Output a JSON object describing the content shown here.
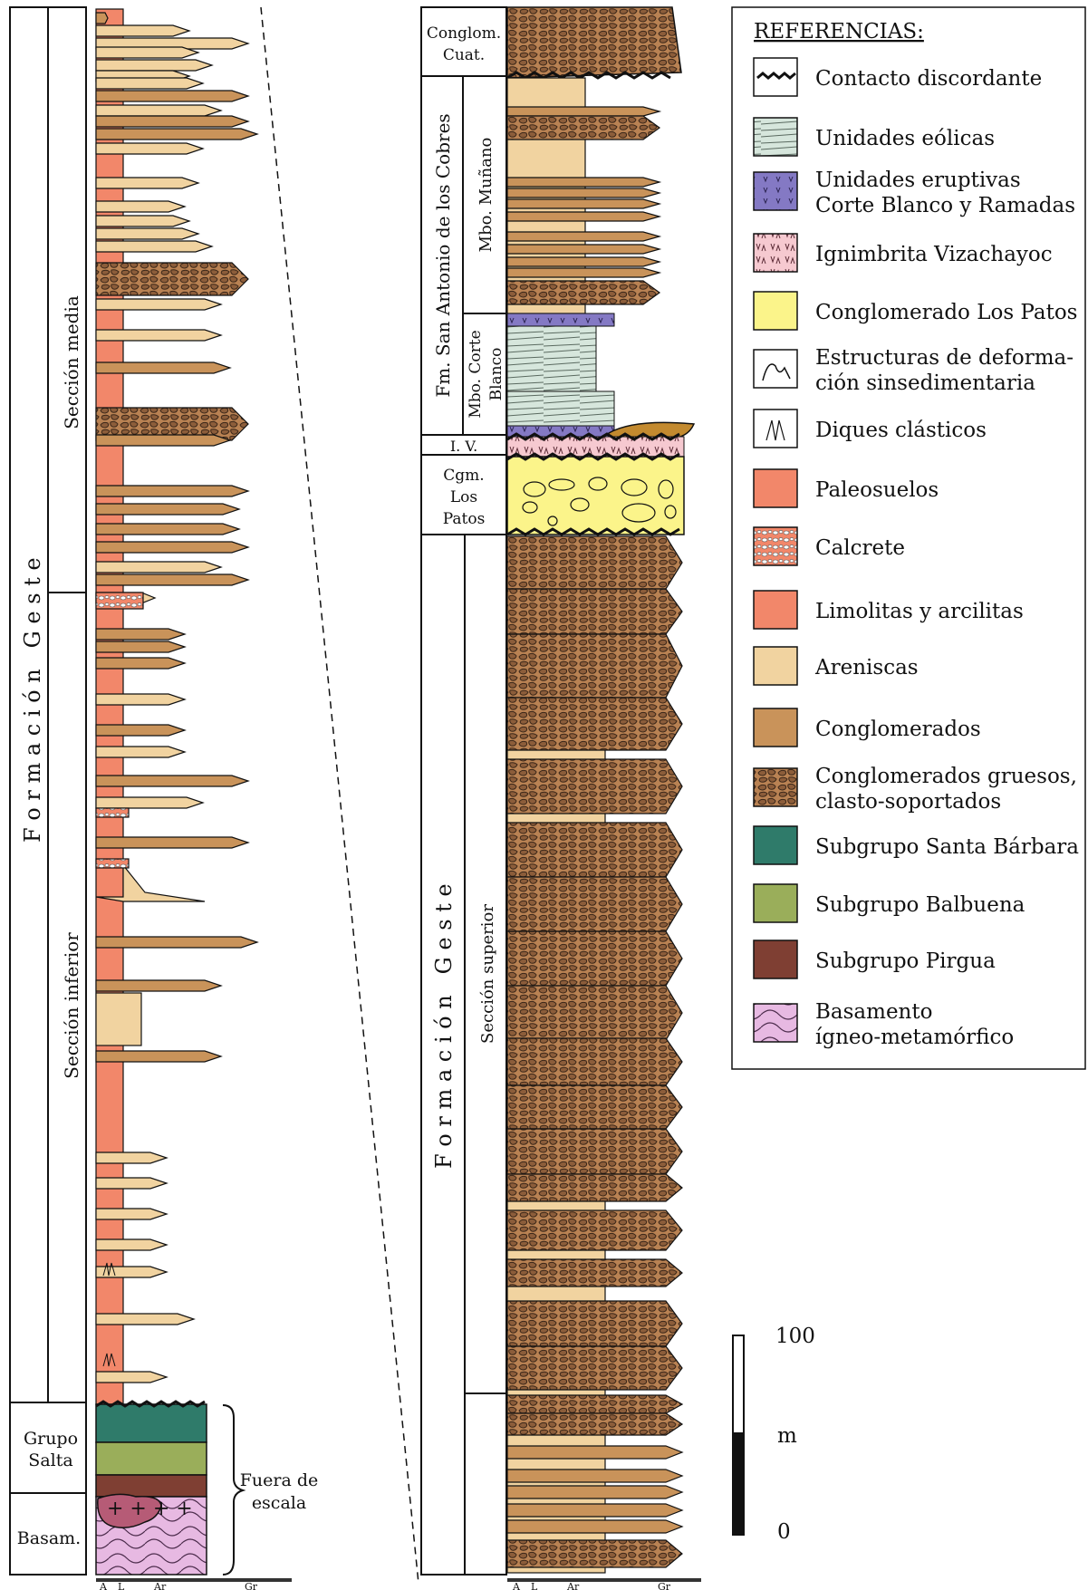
{
  "left_column": {
    "formation_label": "F o r m a c i ó n   G e s t e",
    "section_media": "Sección media",
    "section_inferior": "Sección inferior",
    "grupo_salta": [
      "Grupo",
      "Salta"
    ],
    "basamento": "Basam.",
    "out_of_scale": [
      "Fuera de",
      "escala"
    ],
    "axis_ticks": [
      "A",
      "L",
      "Ar",
      "Gr"
    ]
  },
  "right_column": {
    "congl_cuat": [
      "Conglom.",
      "Cuat."
    ],
    "fm_san_antonio": "Fm. San Antonio de los Cobres",
    "mbo_munano": "Mbo. Muñano",
    "mbo_corte_blanco": [
      "Mbo. Corte",
      "Blanco"
    ],
    "iv": "I. V.",
    "cgm_los_patos": [
      "Cgm.",
      "Los",
      "Patos"
    ],
    "formation_label": "F o r m a c i ó n   G e s t e",
    "section_superior": "Sección superior",
    "axis_ticks": [
      "A",
      "L",
      "Ar",
      "Gr"
    ]
  },
  "legend": {
    "title": "REFERENCIAS:",
    "items": [
      {
        "icon": "unconformity-icon",
        "lines": [
          "Contacto discordante"
        ]
      },
      {
        "icon": "eolian-swatch-icon",
        "color": "#d6e6dc",
        "lines": [
          "Unidades eólicas"
        ]
      },
      {
        "icon": "eruptive-swatch-icon",
        "color": "#8479c4",
        "lines": [
          "Unidades eruptivas",
          "Corte Blanco y Ramadas"
        ]
      },
      {
        "icon": "ignimbrite-swatch-icon",
        "color": "#f6c9d0",
        "lines": [
          "Ignimbrita Vizachayoc"
        ]
      },
      {
        "icon": "los-patos-swatch-icon",
        "color": "#fbf48a",
        "lines": [
          "Conglomerado Los Patos"
        ]
      },
      {
        "icon": "deformation-icon",
        "lines": [
          "Estructuras de deforma-",
          "ción sinsedimentaria"
        ]
      },
      {
        "icon": "clastic-dike-icon",
        "lines": [
          "Diques clásticos"
        ]
      },
      {
        "icon": "paleosol-swatch-icon",
        "color": "#f2876a",
        "lines": [
          "Paleosuelos"
        ]
      },
      {
        "icon": "calcrete-swatch-icon",
        "color": "#f2876a",
        "lines": [
          "Calcrete"
        ]
      },
      {
        "icon": "mudstone-swatch-icon",
        "color": "#f2876a",
        "lines": [
          "Limolitas y arcilitas"
        ]
      },
      {
        "icon": "sandstone-swatch-icon",
        "color": "#f1d3a0",
        "lines": [
          "Areniscas"
        ]
      },
      {
        "icon": "conglomerate-swatch-icon",
        "color": "#c9935a",
        "lines": [
          "Conglomerados"
        ]
      },
      {
        "icon": "coarse-conglomerate-swatch-icon",
        "color": "#b98253",
        "lines": [
          "Conglomerados gruesos,",
          "clasto-soportados"
        ]
      },
      {
        "icon": "santa-barbara-swatch-icon",
        "color": "#2f7b6a",
        "lines": [
          "Subgrupo Santa Bárbara"
        ]
      },
      {
        "icon": "balbuena-swatch-icon",
        "color": "#9aae5a",
        "lines": [
          "Subgrupo Balbuena"
        ]
      },
      {
        "icon": "pirgua-swatch-icon",
        "color": "#7f3f33",
        "lines": [
          "Subgrupo Pirgua"
        ]
      },
      {
        "icon": "basement-swatch-icon",
        "color": "#e7b9e2",
        "lines": [
          "Basamento",
          "ígneo-metamórfico"
        ]
      }
    ]
  },
  "scale_bar": {
    "top_label": "100",
    "unit": "m",
    "bottom_label": "0"
  },
  "colors": {
    "mudstone": "#f2876a",
    "sandstone": "#f1d3a0",
    "conglomerate": "#c9935a",
    "coarse_conglomerate": "#b98253",
    "santa_barbara": "#2f7b6a",
    "balbuena": "#9aae5a",
    "pirgua": "#7f3f33",
    "basement": "#e7b9e2",
    "eolian": "#d6e6dc",
    "eruptive": "#8479c4",
    "ignimbrite": "#f6c9d0",
    "los_patos": "#fbf48a"
  }
}
